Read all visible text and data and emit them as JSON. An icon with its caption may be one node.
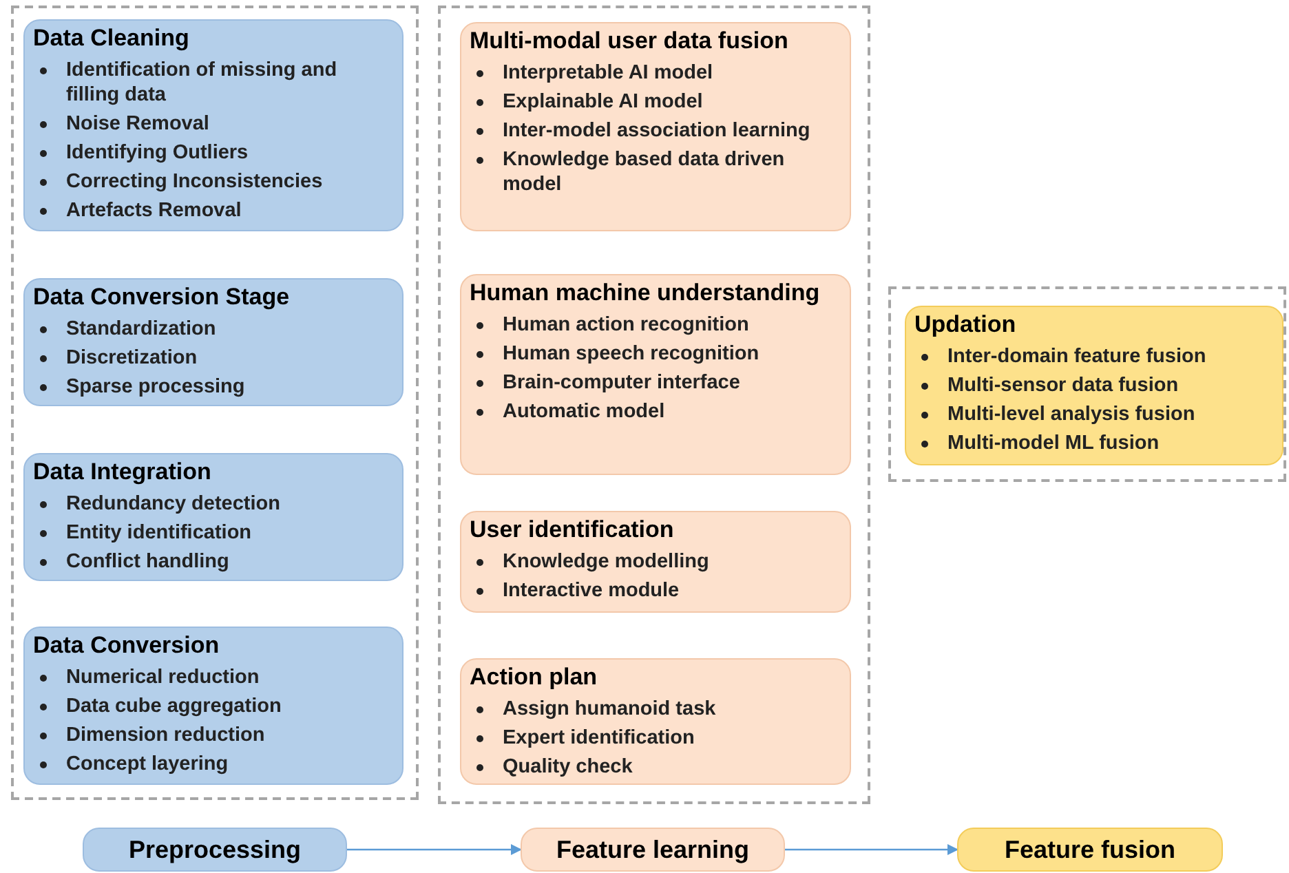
{
  "diagram": {
    "nodes": [
      {
        "text": [],
        "shape": "box"
      },
      {
        "text": [
          "Data Cleaning",
          "Identification of missing and filling data",
          "Noise Removal",
          "Identifying Outliers",
          "Correcting Inconsistencies",
          "Artefacts Removal"
        ],
        "in": 0
      },
      {
        "text": [
          "Data Conversion Stage",
          "Standardization",
          "Discretization",
          "Sparse processing"
        ],
        "in": 0
      },
      {
        "text": [
          "Data Integration",
          "Redundancy detection",
          "Entity identification",
          "Conflict handling"
        ],
        "in": 0
      },
      {
        "text": [
          "Data Conversion",
          "Numerical reduction",
          "Data cube aggregation",
          "Dimension reduction",
          "Concept layering"
        ],
        "in": 0
      },
      {
        "text": [],
        "shape": "box"
      },
      {
        "text": [
          "Multi-modal user data fusion",
          "Interpretable AI model",
          "Explainable AI model",
          "Inter-model association learning",
          "Knowledge based data driven model"
        ],
        "in": 5
      },
      {
        "text": [
          "Human machine understanding",
          "Human action recognition",
          "Human speech recognition",
          "Brain-computer interface",
          "Automatic model"
        ],
        "in": 5
      },
      {
        "text": [
          "User identification",
          "Knowledge modelling",
          "Interactive module"
        ],
        "in": 5
      },
      {
        "text": [
          "Action plan",
          "Assign humanoid task",
          "Expert identification",
          "Quality check"
        ],
        "in": 5
      },
      {
        "text": [],
        "shape": "box"
      },
      {
        "text": [
          "Updation",
          "Inter-domain feature fusion",
          "Multi-sensor data fusion",
          "Multi-level analysis fusion",
          "Multi-model ML fusion"
        ],
        "in": 10
      },
      {
        "text": [
          "Preprocessing"
        ]
      },
      {
        "text": [
          "Feature learning"
        ]
      },
      {
        "text": [
          "Feature fusion"
        ]
      }
    ],
    "edges": [
      {
        "from": 12,
        "to": 13,
        "arrow": "to"
      },
      {
        "from": 13,
        "to": 14,
        "arrow": "to"
      }
    ]
  }
}
